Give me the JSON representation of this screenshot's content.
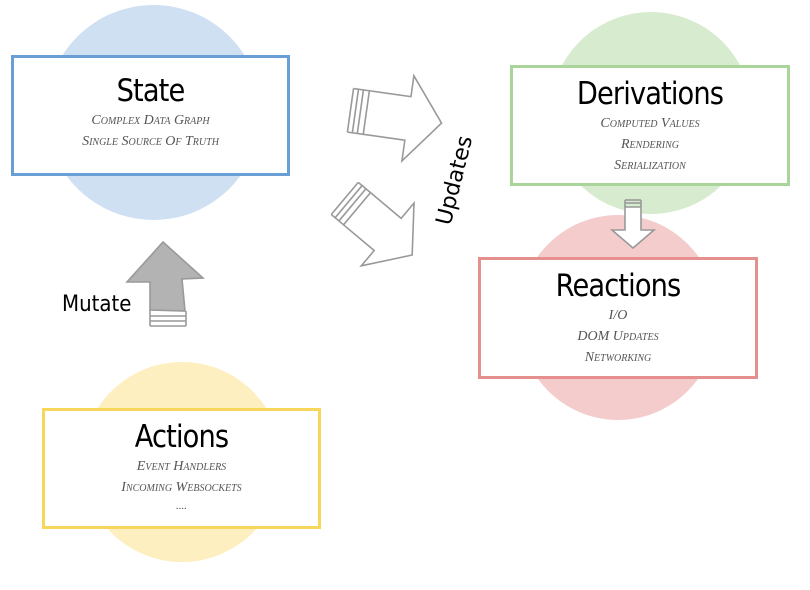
{
  "nodes": {
    "state": {
      "title": "State",
      "lines": [
        "Complex Data Graph",
        "Single Source Of Truth"
      ],
      "border": "#6a9fd6",
      "fill": "#cfe0f3"
    },
    "derivations": {
      "title": "Derivations",
      "lines": [
        "Computed Values",
        "Rendering",
        "Serialization"
      ],
      "border": "#a9d59b",
      "fill": "#d7ebcf"
    },
    "reactions": {
      "title": "Reactions",
      "lines": [
        "I/O",
        "DOM Updates",
        "Networking"
      ],
      "border": "#e68f8f",
      "fill": "#f4cccc"
    },
    "actions": {
      "title": "Actions",
      "lines": [
        "Event Handlers",
        "Incoming Websockets",
        "...."
      ],
      "border": "#f7d75b",
      "fill": "#fdefc0"
    }
  },
  "edges": {
    "mutate_label": "Mutate",
    "updates_label": "Updates"
  },
  "colors": {
    "arrow_outline": "#999999",
    "mutate_arrow_fill": "#b3b3b3"
  }
}
